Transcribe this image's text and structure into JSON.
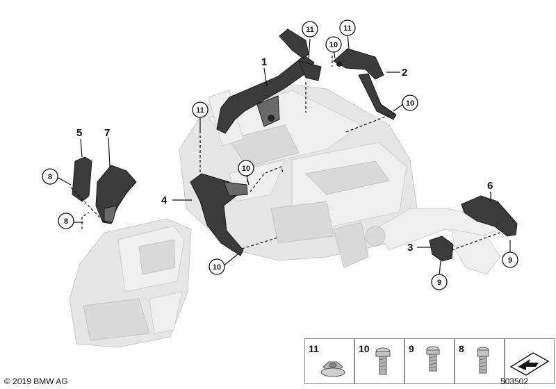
{
  "callouts": {
    "p1": "1",
    "p2": "2",
    "p3": "3",
    "p4": "4",
    "p5": "5",
    "p6": "6",
    "p7": "7",
    "c8": "8",
    "c9": "9",
    "c10": "10",
    "c11": "11"
  },
  "legend": [
    {
      "number": "11",
      "icon": "flange-nut-icon"
    },
    {
      "number": "10",
      "icon": "screw-icon"
    },
    {
      "number": "9",
      "icon": "screw-icon"
    },
    {
      "number": "8",
      "icon": "screw-icon"
    },
    {
      "number": "",
      "icon": "arrow-sign-icon"
    }
  ],
  "footer": {
    "copyright": "© 2019 BMW AG",
    "image_number": "503502"
  },
  "colors": {
    "part": "#3b3b3b",
    "ghost": "#e6e6e6",
    "line": "#111111"
  }
}
